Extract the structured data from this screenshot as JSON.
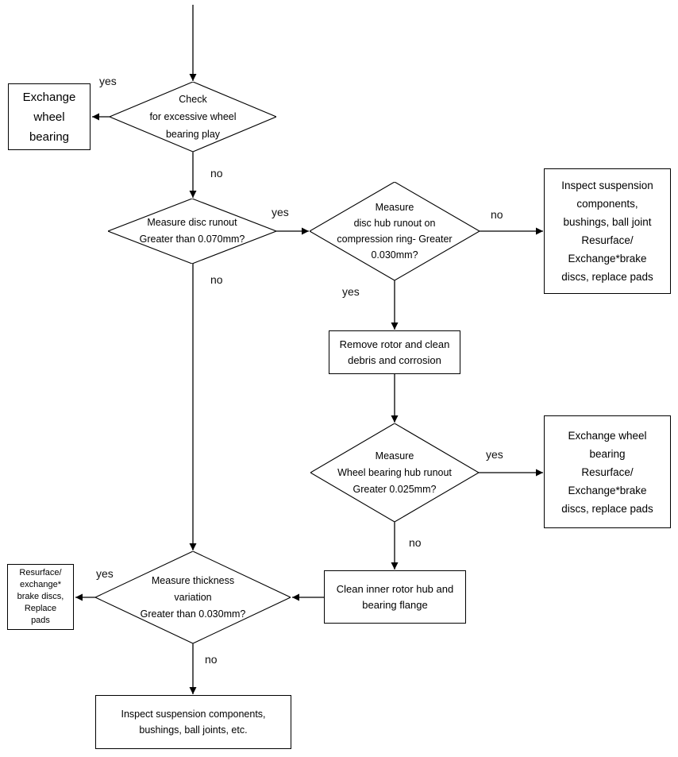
{
  "diagram": {
    "title": "Wheel bearing and brake disc inspection flowchart",
    "colors": {
      "background": "#ffffff",
      "line": "#000000",
      "text": "#000000",
      "node_fill": "#ffffff"
    },
    "nodes": {
      "check_bearing_play": {
        "type": "decision",
        "label": "Check\nfor excessive wheel\nbearing play"
      },
      "exchange_wheel_bearing": {
        "type": "process",
        "label": "Exchange\nwheel\nbearing"
      },
      "measure_disc_runout": {
        "type": "decision",
        "label": "Measure disc runout\nGreater than 0.070mm?"
      },
      "measure_disc_hub_runout": {
        "type": "decision",
        "label": "Measure\ndisc hub runout on\ncompression ring- Greater\n0.030mm?"
      },
      "inspect_suspension_resurface": {
        "type": "process",
        "label": "Inspect suspension\ncomponents,\nbushings, ball joint\nResurface/\nExchange*brake\ndiscs, replace pads"
      },
      "remove_rotor": {
        "type": "process",
        "label": "Remove rotor and clean\ndebris and corrosion"
      },
      "measure_wheel_bearing_hub_runout": {
        "type": "decision",
        "label": "Measure\nWheel bearing hub runout\nGreater  0.025mm?"
      },
      "exchange_bearing_resurface": {
        "type": "process",
        "label": "Exchange wheel\nbearing\nResurface/\nExchange*brake\ndiscs, replace pads"
      },
      "clean_inner_rotor_hub": {
        "type": "process",
        "label": "Clean inner rotor hub and\nbearing flange"
      },
      "measure_thickness_variation": {
        "type": "decision",
        "label": "Measure thickness\nvariation\nGreater than 0.030mm?"
      },
      "resurface_exchange_pads": {
        "type": "process",
        "label": "Resurface/\nexchange*\nbrake discs,\nReplace\npads"
      },
      "inspect_suspension_etc": {
        "type": "process",
        "label": "Inspect suspension components,\nbushings, ball joints, etc."
      }
    },
    "edge_labels": {
      "check_yes": "yes",
      "check_no": "no",
      "disc_runout_yes": "yes",
      "disc_runout_no": "no",
      "disc_hub_no": "no",
      "disc_hub_yes": "yes",
      "wheel_hub_yes": "yes",
      "wheel_hub_no": "no",
      "thickness_yes": "yes",
      "thickness_no": "no"
    }
  }
}
